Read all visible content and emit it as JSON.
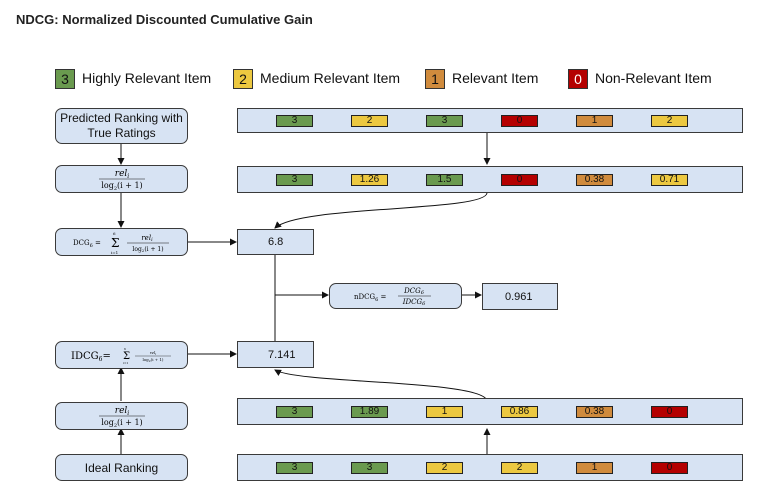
{
  "title": "NDCG: Normalized Discounted Cumulative Gain",
  "colors": {
    "high": "#6a9a4f",
    "medium": "#ecc840",
    "relevant": "#d08b3d",
    "non": "#b40000",
    "box_fill": "#d7e3f3"
  },
  "legend": [
    {
      "value": "3",
      "label": "Highly Relevant Item",
      "color": "#6a9a4f"
    },
    {
      "value": "2",
      "label": "Medium Relevant Item",
      "color": "#ecc840"
    },
    {
      "value": "1",
      "label": "Relevant Item",
      "color": "#d08b3d"
    },
    {
      "value": "0",
      "label": "Non-Relevant Item",
      "color": "#b40000"
    }
  ],
  "left_boxes": {
    "predicted": "Predicted Ranking with True Ratings",
    "gain_formula": "rel_i / log2(i+1)",
    "dcg_formula": "DCG6 = Σ (i=1..6) rel_i / log2(i+1)",
    "idcg_formula": "IDCG6 = Σ (i=1..6) rel_i / log2(i+1)",
    "ideal_gain_formula": "rel_i / log2(i+1)",
    "ideal": "Ideal Ranking"
  },
  "values": {
    "dcg": "6.8",
    "idcg": "7.141",
    "ndcg_formula": "nDCG6 = DCG6 / IDCG6",
    "ndcg": "0.961"
  },
  "rows": {
    "predicted_ratings": [
      {
        "text": "3",
        "level": "high"
      },
      {
        "text": "2",
        "level": "medium"
      },
      {
        "text": "3",
        "level": "high"
      },
      {
        "text": "0",
        "level": "non"
      },
      {
        "text": "1",
        "level": "relevant"
      },
      {
        "text": "2",
        "level": "medium"
      }
    ],
    "predicted_gains": [
      {
        "text": "3",
        "level": "high"
      },
      {
        "text": "1.26",
        "level": "medium"
      },
      {
        "text": "1.5",
        "level": "high"
      },
      {
        "text": "0",
        "level": "non"
      },
      {
        "text": "0.38",
        "level": "relevant"
      },
      {
        "text": "0.71",
        "level": "medium"
      }
    ],
    "ideal_gains": [
      {
        "text": "3",
        "level": "high"
      },
      {
        "text": "1.89",
        "level": "high"
      },
      {
        "text": "1",
        "level": "medium"
      },
      {
        "text": "0.86",
        "level": "medium"
      },
      {
        "text": "0.38",
        "level": "relevant"
      },
      {
        "text": "0",
        "level": "non"
      }
    ],
    "ideal_ratings": [
      {
        "text": "3",
        "level": "high"
      },
      {
        "text": "3",
        "level": "high"
      },
      {
        "text": "2",
        "level": "medium"
      },
      {
        "text": "2",
        "level": "medium"
      },
      {
        "text": "1",
        "level": "relevant"
      },
      {
        "text": "0",
        "level": "non"
      }
    ]
  }
}
